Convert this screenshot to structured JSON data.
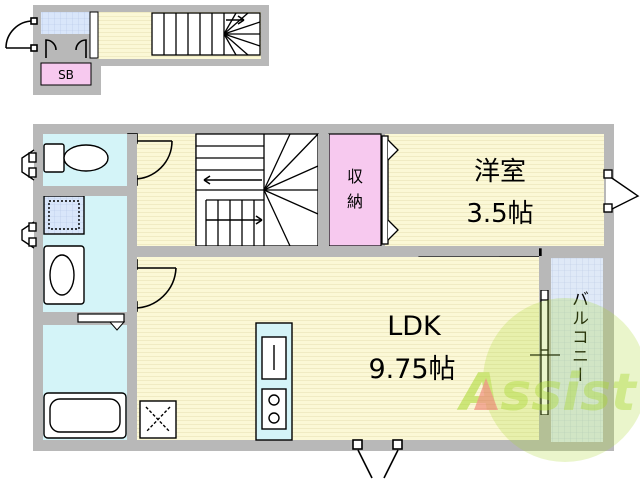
{
  "floor_plan": {
    "rooms": {
      "sb": {
        "label": "SB"
      },
      "western_room": {
        "label_line1": "洋室",
        "label_line2": "3.5帖"
      },
      "storage": {
        "label_line1": "収",
        "label_line2": "納"
      },
      "ldk": {
        "label_line1": "LDK",
        "label_line2": "9.75帖"
      },
      "balcony": {
        "label": "バルコニー"
      }
    },
    "watermark": {
      "text": "Assist"
    },
    "colors": {
      "wall": "#b8b8b8",
      "floor_yellow": "#fbf8d6",
      "wet_area_blue": "#d4f4f8",
      "storage_pink": "#f7c9ef",
      "balcony_tile": "#dfe9f7",
      "ink": "#000000",
      "watermark_green": "#a8d82e",
      "watermark_red": "#e8504a"
    }
  }
}
